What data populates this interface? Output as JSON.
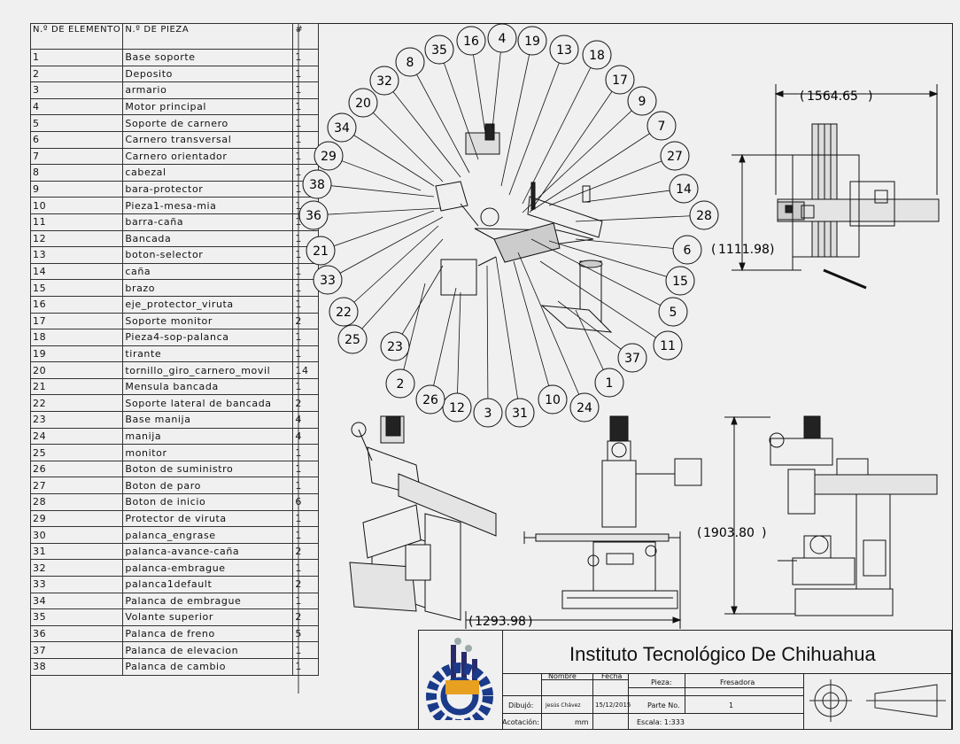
{
  "bom": {
    "headers": [
      "N.º DE ELEMENTO",
      "N.º DE PIEZA",
      "#"
    ],
    "rows": [
      [
        "1",
        "Base soporte",
        "1"
      ],
      [
        "2",
        "Deposito",
        "1"
      ],
      [
        "3",
        "armario",
        "1"
      ],
      [
        "4",
        "Motor principal",
        "1"
      ],
      [
        "5",
        "Soporte de carnero",
        "1"
      ],
      [
        "6",
        "Carnero transversal",
        "1"
      ],
      [
        "7",
        "Carnero orientador",
        "1"
      ],
      [
        "8",
        "cabezal",
        "1"
      ],
      [
        "9",
        "bara-protector",
        "1"
      ],
      [
        "10",
        "Pieza1-mesa-mia",
        "1"
      ],
      [
        "11",
        "barra-caña",
        "1"
      ],
      [
        "12",
        "Bancada",
        "1"
      ],
      [
        "13",
        "boton-selector",
        "1"
      ],
      [
        "14",
        "caña",
        "1"
      ],
      [
        "15",
        "brazo",
        "1"
      ],
      [
        "16",
        "eje_protector_viruta",
        "1"
      ],
      [
        "17",
        "Soporte monitor",
        "2"
      ],
      [
        "18",
        "Pieza4-sop-palanca",
        "1"
      ],
      [
        "19",
        "tirante",
        "1"
      ],
      [
        "20",
        "tornillo_giro_carnero_movil",
        "14"
      ],
      [
        "21",
        "Mensula bancada",
        "1"
      ],
      [
        "22",
        "Soporte lateral de bancada",
        "2"
      ],
      [
        "23",
        "Base manija",
        "4"
      ],
      [
        "24",
        "manija",
        "4"
      ],
      [
        "25",
        "monitor",
        "1"
      ],
      [
        "26",
        "Boton de suministro",
        "1"
      ],
      [
        "27",
        "Boton de paro",
        "1"
      ],
      [
        "28",
        "Boton de inicio",
        "6"
      ],
      [
        "29",
        "Protector de viruta",
        "1"
      ],
      [
        "30",
        "palanca_engrase",
        "1"
      ],
      [
        "31",
        "palanca-avance-caña",
        "2"
      ],
      [
        "32",
        "palanca-embrague",
        "1"
      ],
      [
        "33",
        "palanca1default",
        "2"
      ],
      [
        "34",
        "Palanca de embrague",
        "1"
      ],
      [
        "35",
        "Volante superior",
        "2"
      ],
      [
        "36",
        "Palanca de freno",
        "5"
      ],
      [
        "37",
        "Palanca de elevacion",
        "1"
      ],
      [
        "38",
        "Palanca de cambio",
        "1"
      ]
    ]
  },
  "balloons": [
    "16",
    "4",
    "19",
    "13",
    "18",
    "17",
    "9",
    "7",
    "27",
    "14",
    "28",
    "6",
    "15",
    "5",
    "11",
    "37",
    "1",
    "24",
    "10",
    "31",
    "3",
    "12",
    "26",
    "2",
    "23",
    "25",
    "22",
    "33",
    "21",
    "36",
    "38",
    "29",
    "34",
    "20",
    "32",
    "8",
    "35"
  ],
  "dimensions": {
    "top_width": "1564.65",
    "top_height": "1111.98",
    "front_width": "1293.98",
    "side_height": "1903.80"
  },
  "title_block": {
    "institution": "Instituto Tecnológico De Chihuahua",
    "nombre_label": "Nombre",
    "fecha_label": "Fecha",
    "dibujo_label": "Dibujó:",
    "dibujo_name": "Jesús Chávez",
    "dibujo_date": "15/12/2015",
    "acotacion_label": "Acotación:",
    "acotacion_value": "mm",
    "pieza_label": "Pieza:",
    "pieza_value": "Fresadora",
    "parte_label": "Parte No.",
    "parte_value": "1",
    "escala_label": "Escala: 1:333"
  }
}
